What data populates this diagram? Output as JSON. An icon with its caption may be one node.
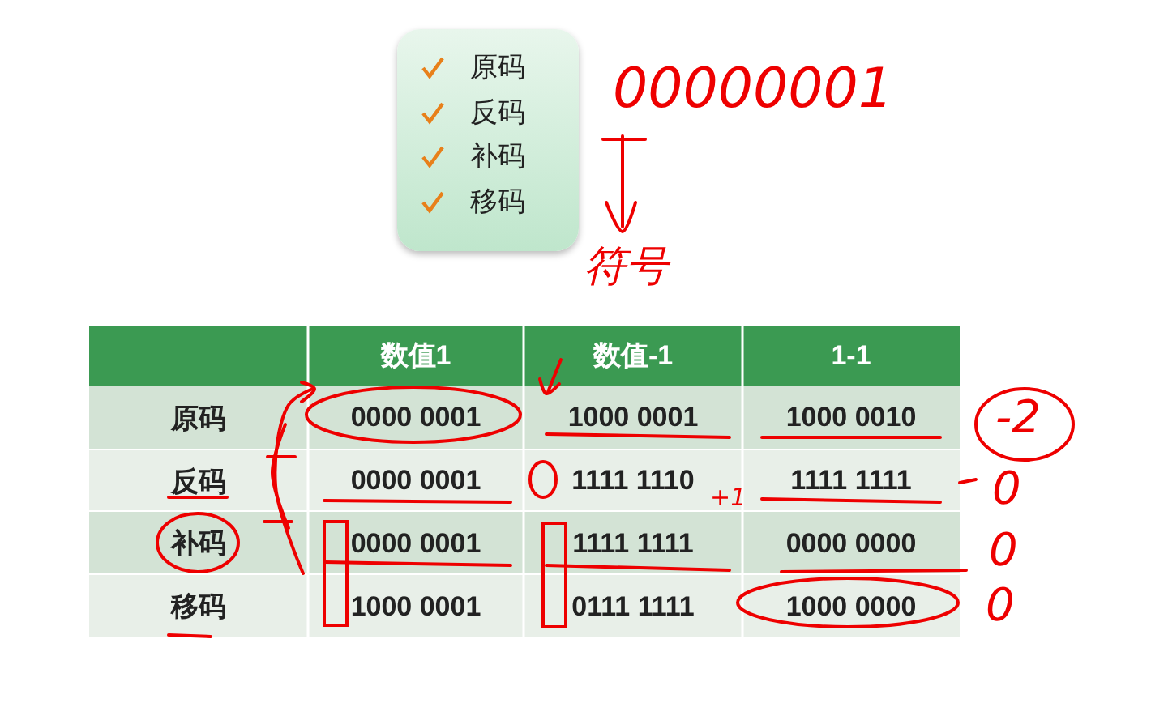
{
  "diagram": {
    "nodes": [
      {
        "text": [
          "原码",
          "反码",
          "补码",
          "移码"
        ]
      }
    ],
    "labels": [
      "数值1",
      "数值-1",
      "1-1",
      "原码",
      "0000 0001",
      "1000 0001",
      "1000 0010",
      "反码",
      "0000 0001",
      "1111 1110",
      "1111 1111",
      "补码",
      "0000 0001",
      "1111 1111",
      "0000 0000",
      "移码",
      "1000 0001",
      "0111 1111",
      "1000 0000",
      "00000001",
      "符号",
      "-2",
      "+1",
      "0",
      "0",
      "0"
    ]
  }
}
